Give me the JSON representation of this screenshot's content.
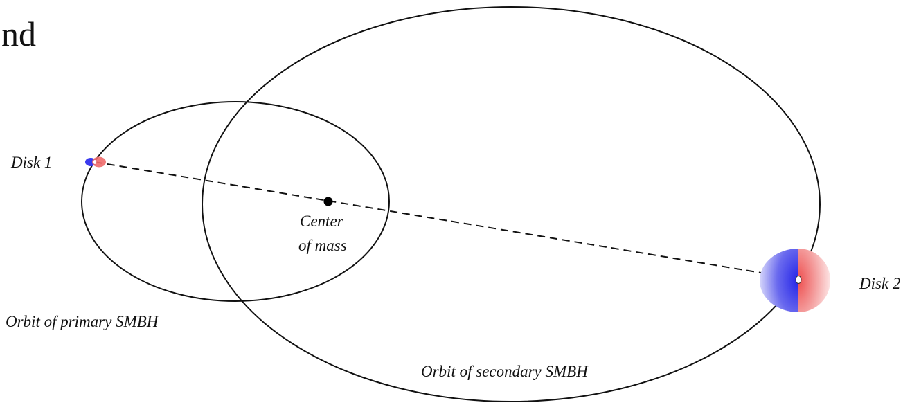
{
  "labels": {
    "corner_fragment": "nd",
    "disk1": "Disk 1",
    "disk2": "Disk 2",
    "center_line1": "Center",
    "center_line2": "of mass",
    "orbit_primary": "Orbit of primary SMBH",
    "orbit_secondary": "Orbit of secondary SMBH"
  },
  "colors": {
    "line": "#111111",
    "approaching": "#2a2ae6",
    "receding": "#ee6a6a",
    "background": "#ffffff"
  }
}
